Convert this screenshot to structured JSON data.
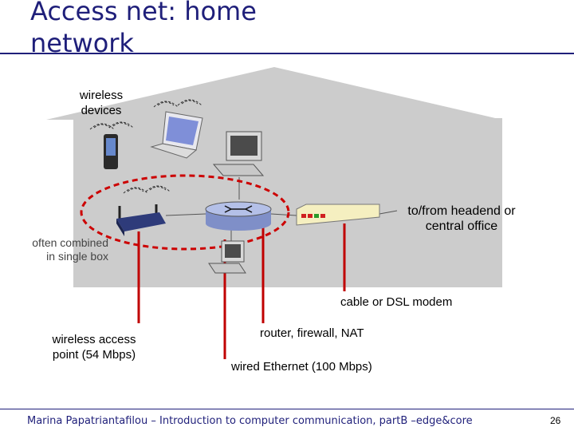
{
  "slide": {
    "title_line1": "Access net: home",
    "title_line2": "network",
    "footer": "Marina Papatriantafilou –  Introduction to computer communication, partB –edge&core",
    "page_number": "26"
  },
  "labels": {
    "wireless_devices_line1": "wireless",
    "wireless_devices_line2": "devices",
    "headend_line1": "to/from headend or",
    "headend_line2": "central office",
    "combined_line1": "often combined",
    "combined_line2": "in single box",
    "modem": "cable or DSL modem",
    "ap_line1": "wireless access",
    "ap_line2": "point (54 Mbps)",
    "router": "router, firewall, NAT",
    "ethernet": "wired Ethernet (100 Mbps)"
  },
  "colors": {
    "title": "#1f1f7a",
    "house": "#cccccc",
    "pointer_lines": "#c00000",
    "dashed_ellipse": "#cc0000",
    "router": "#9aaad8",
    "modem": "#f5efc0"
  }
}
